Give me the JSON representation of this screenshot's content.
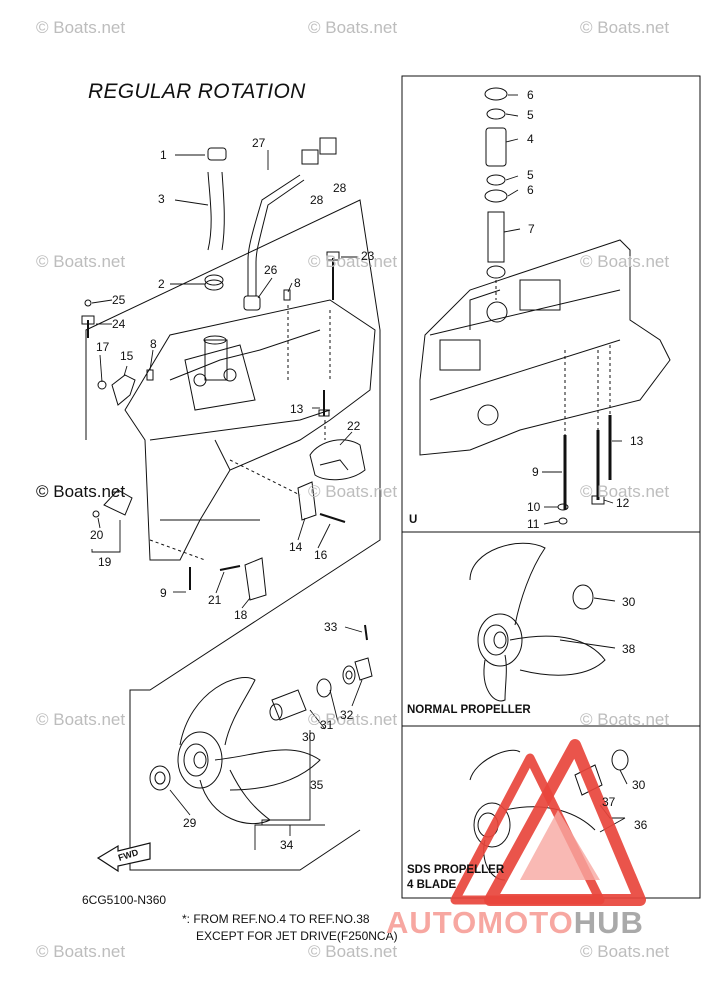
{
  "title": "REGULAR ROTATION",
  "watermark": "© Boats.net",
  "diagram_code": "6CG5100-N360",
  "note": {
    "line1": "*: FROM REF.NO.4 TO REF.NO.38",
    "line2": "EXCEPT FOR JET DRIVE(F250NCA)"
  },
  "box_labels": {
    "upper_right": "U",
    "normal": "NORMAL PROPELLER",
    "sds_line1": "SDS PROPELLER",
    "sds_line2": "4 BLADE"
  },
  "fwd_label": "FWD",
  "brand": {
    "part1": "AUTOMOTO",
    "part2": "HUB"
  },
  "part_numbers": [
    "1",
    "2",
    "3",
    "4",
    "5",
    "6",
    "7",
    "8",
    "9",
    "10",
    "11",
    "12",
    "13",
    "14",
    "15",
    "16",
    "17",
    "18",
    "19",
    "20",
    "21",
    "22",
    "23",
    "24",
    "25",
    "26",
    "27",
    "28",
    "29",
    "30",
    "31",
    "32",
    "33",
    "34",
    "35",
    "36",
    "37",
    "38"
  ],
  "colors": {
    "line": "#111111",
    "watermark": "#bdbdbd",
    "brand_red": "#e8453c",
    "brand_pink": "#f7a7a1",
    "brand_gray": "#a9a9a9"
  }
}
